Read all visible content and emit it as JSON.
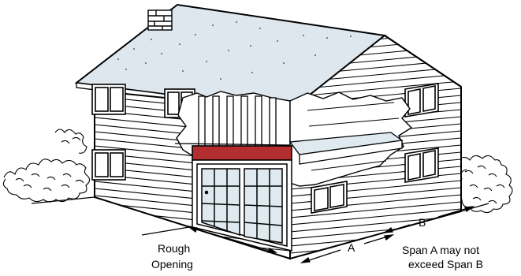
{
  "labels": {
    "rough_opening": [
      "Rough",
      "Opening"
    ],
    "span_a": "A",
    "span_b": "B",
    "note": [
      "Span A may not",
      "exceed Span B"
    ]
  },
  "colors": {
    "outline": "#000000",
    "roof_fill": "#dfe7ee",
    "header_red": "#b32e2e",
    "glass": "#dfeaf0",
    "siding": "#ffffff"
  }
}
